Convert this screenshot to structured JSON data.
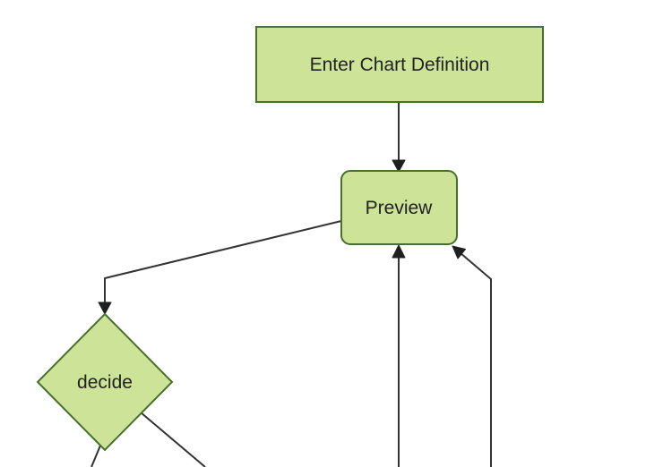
{
  "diagram": {
    "type": "flowchart",
    "orientation": "top-down",
    "background": "#ffffff",
    "colors": {
      "node_fill": "#cde498",
      "node_border": "#46702c",
      "edge": "#333333",
      "arrowhead": "#1f1f1f",
      "label": "#212121"
    },
    "nodes": [
      {
        "id": "enter-chart-definition",
        "label": "Enter Chart Definition",
        "shape": "rectangle"
      },
      {
        "id": "preview",
        "label": "Preview",
        "shape": "rounded-rectangle"
      },
      {
        "id": "decide",
        "label": "decide",
        "shape": "diamond"
      }
    ],
    "edges": [
      {
        "from": "enter-chart-definition",
        "to": "preview",
        "arrow": "filled-triangle"
      },
      {
        "from": "preview",
        "to": "decide",
        "arrow": "filled-triangle"
      },
      {
        "from": "offscreen-bottom-center",
        "to": "preview",
        "arrow": "filled-triangle"
      },
      {
        "from": "offscreen-bottom-right",
        "to": "preview",
        "arrow": "filled-triangle"
      },
      {
        "from": "decide",
        "to": "offscreen-bottom-left",
        "arrow": "none-visible"
      },
      {
        "from": "decide",
        "to": "offscreen-bottom-right",
        "arrow": "none-visible"
      }
    ]
  }
}
